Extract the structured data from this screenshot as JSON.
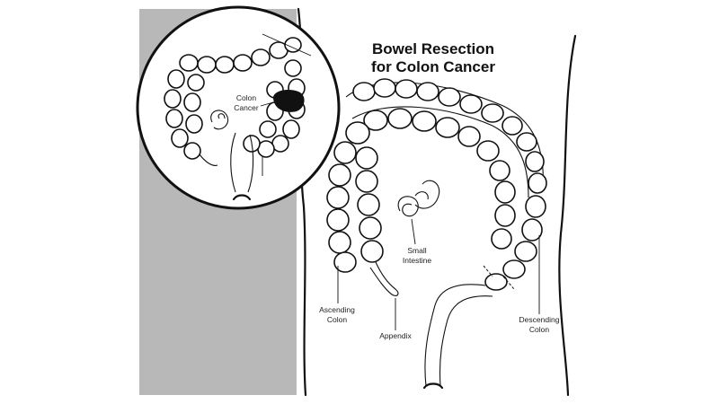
{
  "diagram": {
    "title_line1": "Bowel Resection",
    "title_line2": "for Colon Cancer",
    "labels": {
      "colon_cancer_line1": "Colon",
      "colon_cancer_line2": "Cancer",
      "small_intestine_line1": "Small",
      "small_intestine_line2": "Intestine",
      "ascending_colon_line1": "Ascending",
      "ascending_colon_line2": "Colon",
      "appendix": "Appendix",
      "descending_colon_line1": "Descending",
      "descending_colon_line2": "Colon"
    },
    "colors": {
      "ink": "#111111",
      "shaded_background": "#b8b8b8",
      "tumor": "#111111",
      "paper": "#ffffff"
    }
  }
}
